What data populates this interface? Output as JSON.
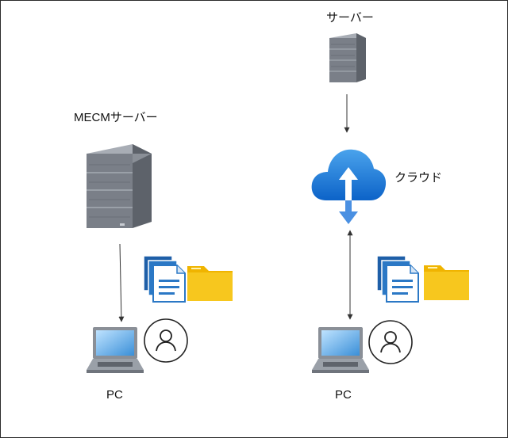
{
  "left": {
    "server_label": "MECMサーバー",
    "pc_label": "PC"
  },
  "right": {
    "server_label": "サーバー",
    "cloud_label": "クラウド",
    "pc_label": "PC"
  },
  "icons": {
    "server": "server-rack-icon",
    "cloud": "cloud-upload-download-icon",
    "documents": "documents-stack-icon",
    "folder": "folder-icon",
    "laptop": "laptop-icon",
    "user": "user-circle-icon"
  },
  "colors": {
    "server_body": "#7a7f88",
    "cloud_blue": "#1e88e5",
    "folder_yellow": "#f5c518",
    "doc_blue": "#2b78c5",
    "arrow": "#333333"
  }
}
